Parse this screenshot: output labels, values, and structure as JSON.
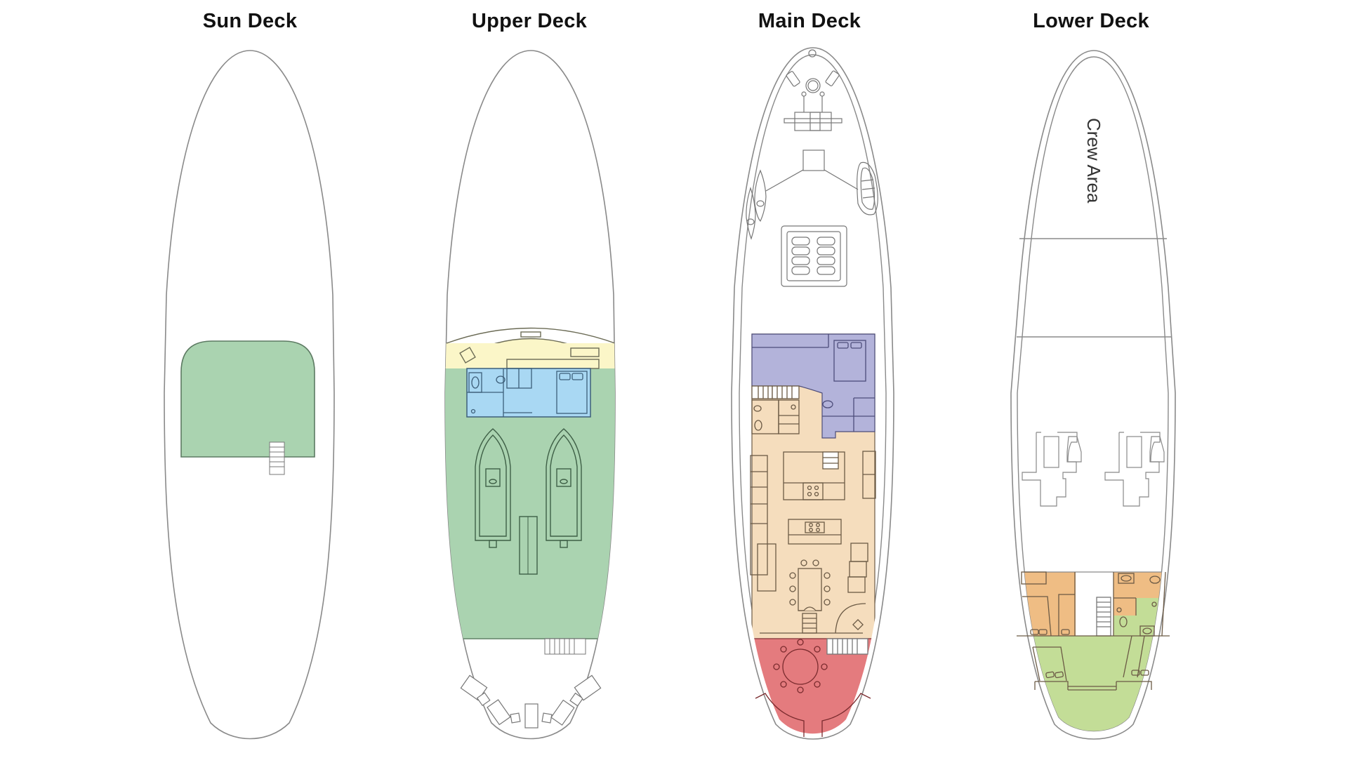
{
  "decks": [
    {
      "name": "Sun Deck",
      "title_x_center": 356
    },
    {
      "name": "Upper Deck",
      "title_x_center": 754
    },
    {
      "name": "Main Deck",
      "title_x_center": 1153
    },
    {
      "name": "Lower Deck",
      "title_x_center": 1554
    }
  ],
  "labels": {
    "crew_area": "Crew Area"
  },
  "zone_colors": {
    "sun_deck_lounge": "#aad3b0",
    "upper_deck_outdoor": "#aad3b0",
    "upper_deck_wheelhouse": "#fbf6c8",
    "upper_deck_cabin": "#a9d8f3",
    "main_deck_master_cabin": "#b3b3da",
    "main_deck_salon": "#f5ddbd",
    "main_deck_aft_dining": "#e47b7e",
    "lower_deck_cabins": "#efbd84",
    "lower_deck_aft": "#c3dd97",
    "hull_line": "#8a8a8a",
    "furniture_line": "#6b5a45"
  }
}
